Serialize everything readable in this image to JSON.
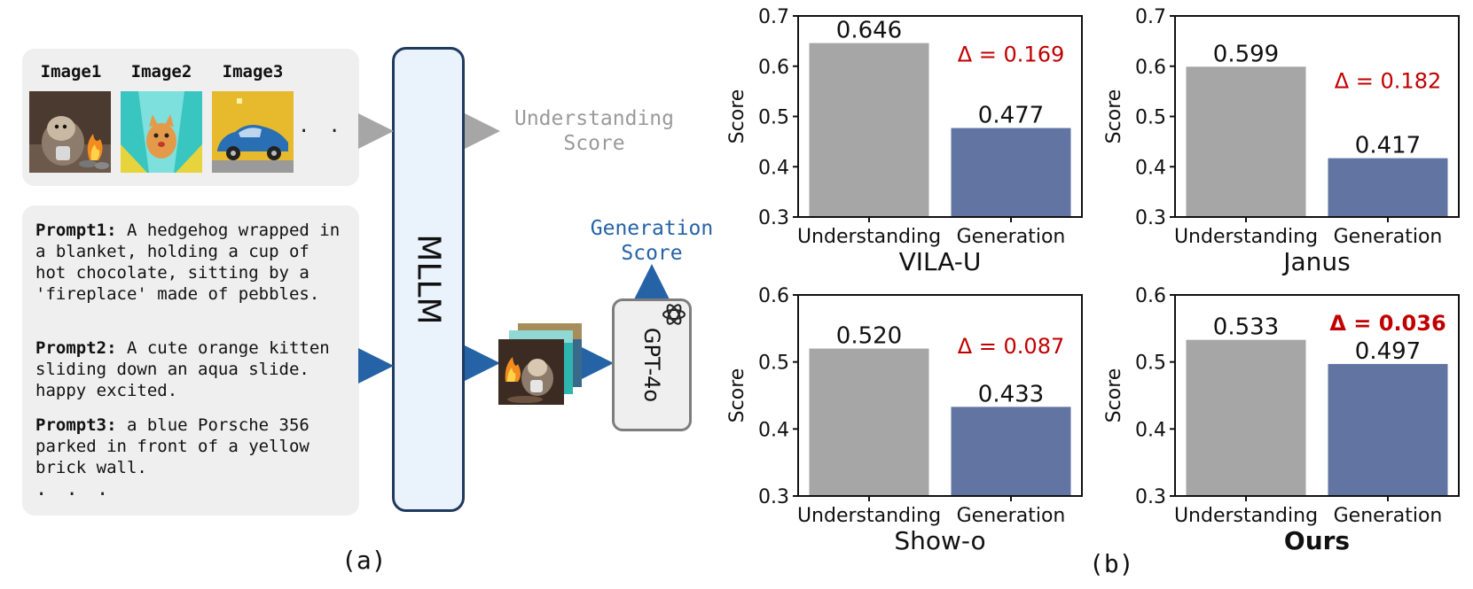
{
  "panel_a": {
    "image_labels": [
      "Image1",
      "Image2",
      "Image3"
    ],
    "image_subjects": [
      "hedgehog-by-fire-image",
      "kitten-on-slide-image",
      "blue-porsche-image"
    ],
    "images_ellipsis": ". . .",
    "prompts": [
      {
        "label": "Prompt1:",
        "text": "A hedgehog wrapped in a blanket, holding a cup of hot chocolate, sitting by a 'fireplace' made of pebbles."
      },
      {
        "label": "Prompt2:",
        "text": "A cute orange kitten sliding down an aqua slide. happy excited."
      },
      {
        "label": "Prompt3:",
        "text": "a blue Porsche 356 parked in front of a yellow brick wall."
      }
    ],
    "prompts_ellipsis": ". . .",
    "mllm_label": "MLLM",
    "gpt_label": "GPT-4o",
    "understanding_score": "Understanding\nScore",
    "generation_score": "Generation\nScore",
    "caption": "(a)",
    "colors": {
      "arrow_gray": "#a6a6a6",
      "arrow_blue": "#2563a6",
      "mllm_border": "#1f3a5c"
    }
  },
  "panel_b": {
    "caption": "(b)"
  },
  "chart_data": [
    {
      "type": "bar",
      "title": "VILA-U",
      "title_bold": false,
      "ylabel": "Score",
      "categories": [
        "Understanding",
        "Generation"
      ],
      "values": [
        0.646,
        0.477
      ],
      "value_labels": [
        "0.646",
        "0.477"
      ],
      "ylim": [
        0.3,
        0.7
      ],
      "yticks": [
        "0.3",
        "0.4",
        "0.5",
        "0.6",
        "0.7"
      ],
      "delta": "Δ = 0.169",
      "delta_bold": false
    },
    {
      "type": "bar",
      "title": "Janus",
      "title_bold": false,
      "ylabel": "Score",
      "categories": [
        "Understanding",
        "Generation"
      ],
      "values": [
        0.599,
        0.417
      ],
      "value_labels": [
        "0.599",
        "0.417"
      ],
      "ylim": [
        0.3,
        0.7
      ],
      "yticks": [
        "0.3",
        "0.4",
        "0.5",
        "0.6",
        "0.7"
      ],
      "delta": "Δ = 0.182",
      "delta_bold": false
    },
    {
      "type": "bar",
      "title": "Show-o",
      "title_bold": false,
      "ylabel": "Score",
      "categories": [
        "Understanding",
        "Generation"
      ],
      "values": [
        0.52,
        0.433
      ],
      "value_labels": [
        "0.520",
        "0.433"
      ],
      "ylim": [
        0.3,
        0.6
      ],
      "yticks": [
        "0.3",
        "0.4",
        "0.5",
        "0.6"
      ],
      "delta": "Δ = 0.087",
      "delta_bold": false
    },
    {
      "type": "bar",
      "title": "Ours",
      "title_bold": true,
      "ylabel": "Score",
      "categories": [
        "Understanding",
        "Generation"
      ],
      "values": [
        0.533,
        0.497
      ],
      "value_labels": [
        "0.533",
        "0.497"
      ],
      "ylim": [
        0.3,
        0.6
      ],
      "yticks": [
        "0.3",
        "0.4",
        "0.5",
        "0.6"
      ],
      "delta": "Δ = 0.036",
      "delta_bold": true
    }
  ],
  "bar_colors": [
    "#a6a6a6",
    "#6274a2"
  ],
  "delta_color": "#c00000"
}
